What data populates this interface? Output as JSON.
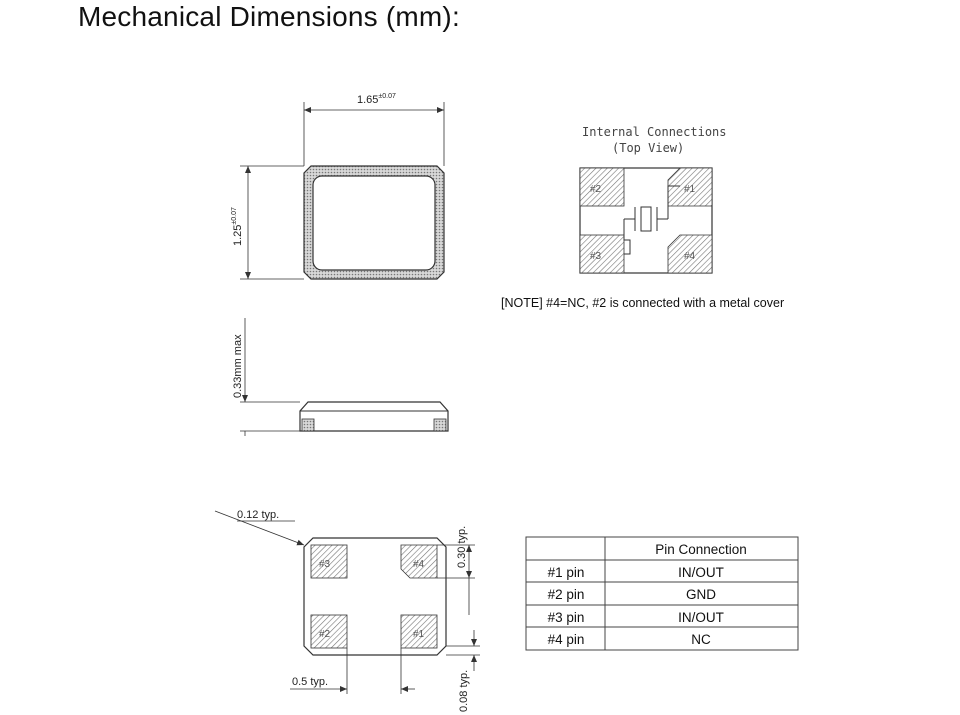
{
  "title": "Mechanical Dimensions (mm):",
  "dimensions": {
    "length": "1.65",
    "length_tol": "±0.07",
    "width": "1.25",
    "width_tol": "±0.07",
    "height": "0.33mm max",
    "corner_chamfer": "0.12 typ.",
    "pad_height": "0.30 typ.",
    "pad_pitch": "0.5 typ.",
    "pad_gap": "0.08 typ."
  },
  "internal_connections": {
    "title_line1": "Internal Connections",
    "title_line2": "(Top View)",
    "pins": [
      "#2",
      "#1",
      "#3",
      "#4"
    ]
  },
  "bottom_view_pads": [
    "#3",
    "#4",
    "#2",
    "#1"
  ],
  "note": "[NOTE] #4=NC, #2 is connected with a metal cover",
  "pin_table": {
    "header": [
      "",
      "Pin Connection"
    ],
    "rows": [
      [
        "#1 pin",
        "IN/OUT"
      ],
      [
        "#2 pin",
        "GND"
      ],
      [
        "#3 pin",
        "IN/OUT"
      ],
      [
        "#4 pin",
        "NC"
      ]
    ]
  }
}
